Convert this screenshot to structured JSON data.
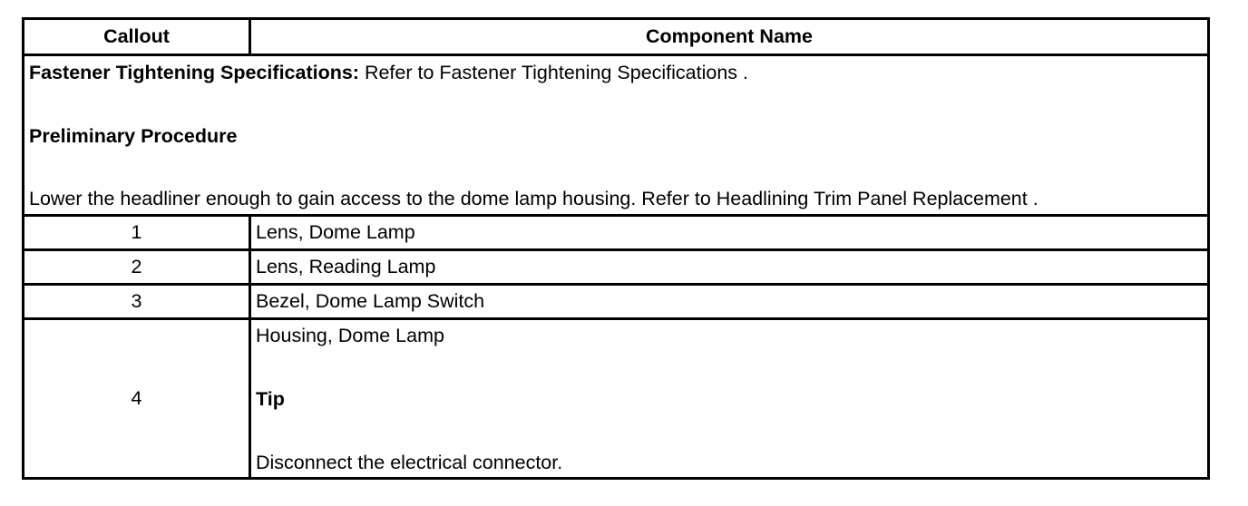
{
  "table": {
    "headers": {
      "callout": "Callout",
      "component_name": "Component Name"
    },
    "intro": {
      "fastener_label": "Fastener Tightening Specifications:",
      "fastener_text": " Refer to Fastener Tightening Specifications .",
      "preliminary_heading": "Preliminary Procedure",
      "preliminary_text": "Lower the headliner enough to gain access to the dome lamp housing. Refer to Headlining Trim Panel Replacement ."
    },
    "rows": [
      {
        "callout": "1",
        "name": "Lens, Dome Lamp"
      },
      {
        "callout": "2",
        "name": "Lens, Reading Lamp"
      },
      {
        "callout": "3",
        "name": "Bezel, Dome Lamp Switch"
      },
      {
        "callout": "4",
        "name": "Housing, Dome Lamp",
        "tip_heading": "Tip",
        "tip_text": "Disconnect the electrical connector."
      }
    ]
  }
}
